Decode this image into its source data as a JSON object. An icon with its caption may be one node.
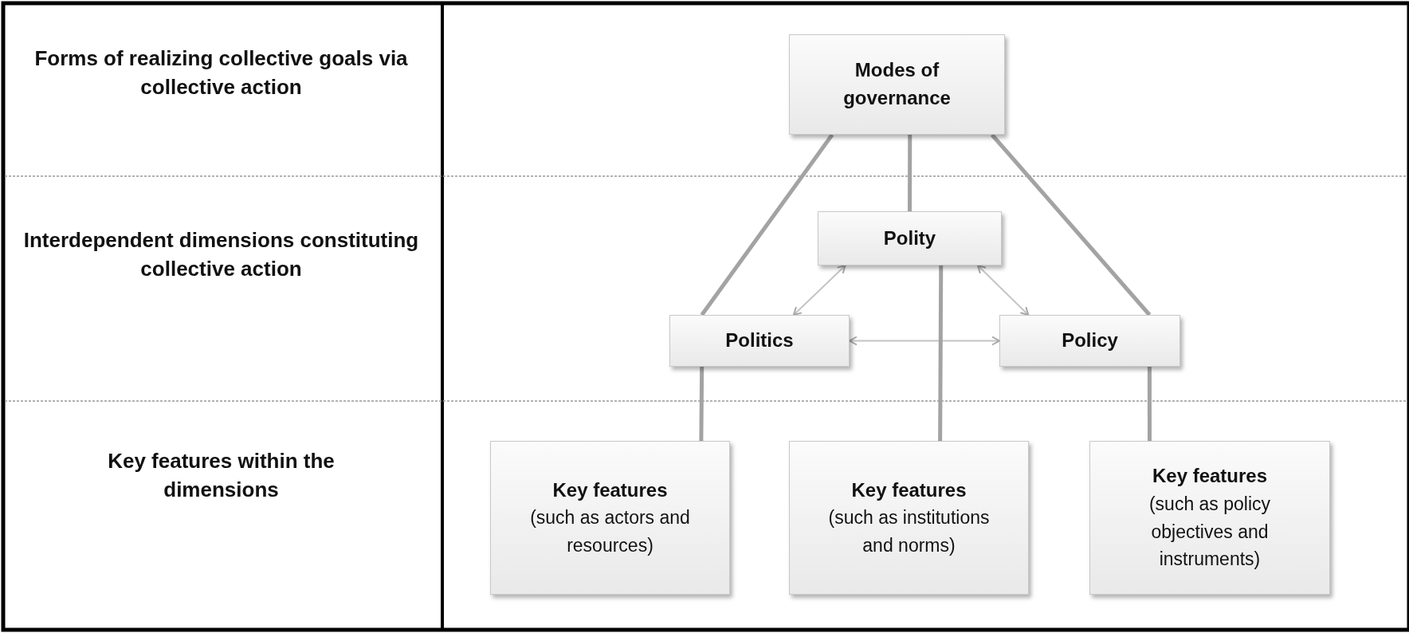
{
  "diagram": {
    "nodes": [
      {
        "text": [
          "Modes of governance"
        ]
      },
      {
        "text": [
          "Polity"
        ]
      },
      {
        "text": [
          "Politics"
        ]
      },
      {
        "text": [
          "Policy"
        ]
      },
      {
        "text": [
          "Key features",
          "(such as actors and resources)"
        ]
      },
      {
        "text": [
          "Key features",
          "(such as institutions and norms)"
        ]
      },
      {
        "text": [
          "Key features",
          "(such as policy objectives and instruments)"
        ]
      }
    ],
    "edges": [
      {
        "from": 0,
        "to": 2,
        "arrow": "none"
      },
      {
        "from": 0,
        "to": 1,
        "arrow": "none"
      },
      {
        "from": 0,
        "to": 3,
        "arrow": "none"
      },
      {
        "from": 1,
        "to": 2,
        "arrow": "both",
        "color": "#c4c4c4"
      },
      {
        "from": 1,
        "to": 3,
        "arrow": "both",
        "color": "#c4c4c4"
      },
      {
        "from": 2,
        "to": 3,
        "arrow": "both",
        "color": "#c4c4c4"
      },
      {
        "from": 2,
        "to": 4,
        "arrow": "none"
      },
      {
        "from": 1,
        "to": 5,
        "arrow": "none"
      },
      {
        "from": 3,
        "to": 6,
        "arrow": "none"
      }
    ],
    "labels": [
      "Forms of realizing collective goals via collective action",
      "Interdependent dimensions constituting collective action",
      "Key features within the dimensions"
    ]
  }
}
